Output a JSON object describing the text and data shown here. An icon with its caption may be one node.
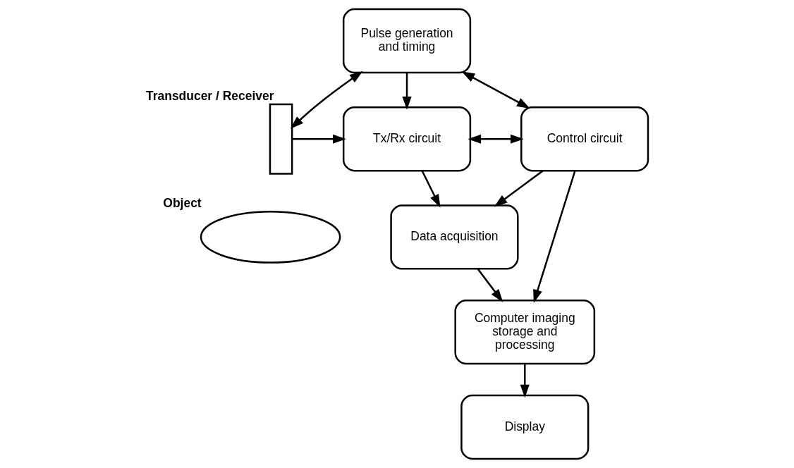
{
  "diagram": {
    "nodes": [
      {
        "text": [
          "Pulse generation and timing"
        ]
      },
      {
        "text": [
          "Tx/Rx circuit"
        ]
      },
      {
        "text": [
          "Control circuit"
        ]
      },
      {
        "text": [
          "Data acquisition"
        ]
      },
      {
        "text": [
          "Computer imaging storage and processing"
        ]
      },
      {
        "text": [
          "Display"
        ]
      },
      {
        "text": [],
        "shape": "box",
        "beside": [
          "Transducer / Receiver"
        ]
      },
      {
        "text": [],
        "shape": "ellipse",
        "beside": [
          "Object"
        ]
      }
    ],
    "edges": [
      {
        "from": 6,
        "to": 0,
        "arrow": "both"
      },
      {
        "from": 6,
        "to": 1,
        "arrow": "to"
      },
      {
        "from": 0,
        "to": 1,
        "arrow": "to"
      },
      {
        "from": 0,
        "to": 2,
        "arrow": "both"
      },
      {
        "from": 1,
        "to": 2,
        "arrow": "both"
      },
      {
        "from": 1,
        "to": 3,
        "arrow": "to"
      },
      {
        "from": 2,
        "to": 4,
        "arrow": "to"
      },
      {
        "from": 2,
        "to": 3,
        "arrow": "to"
      },
      {
        "from": 3,
        "to": 4,
        "arrow": "to"
      },
      {
        "from": 4,
        "to": 5,
        "arrow": "to"
      }
    ]
  }
}
